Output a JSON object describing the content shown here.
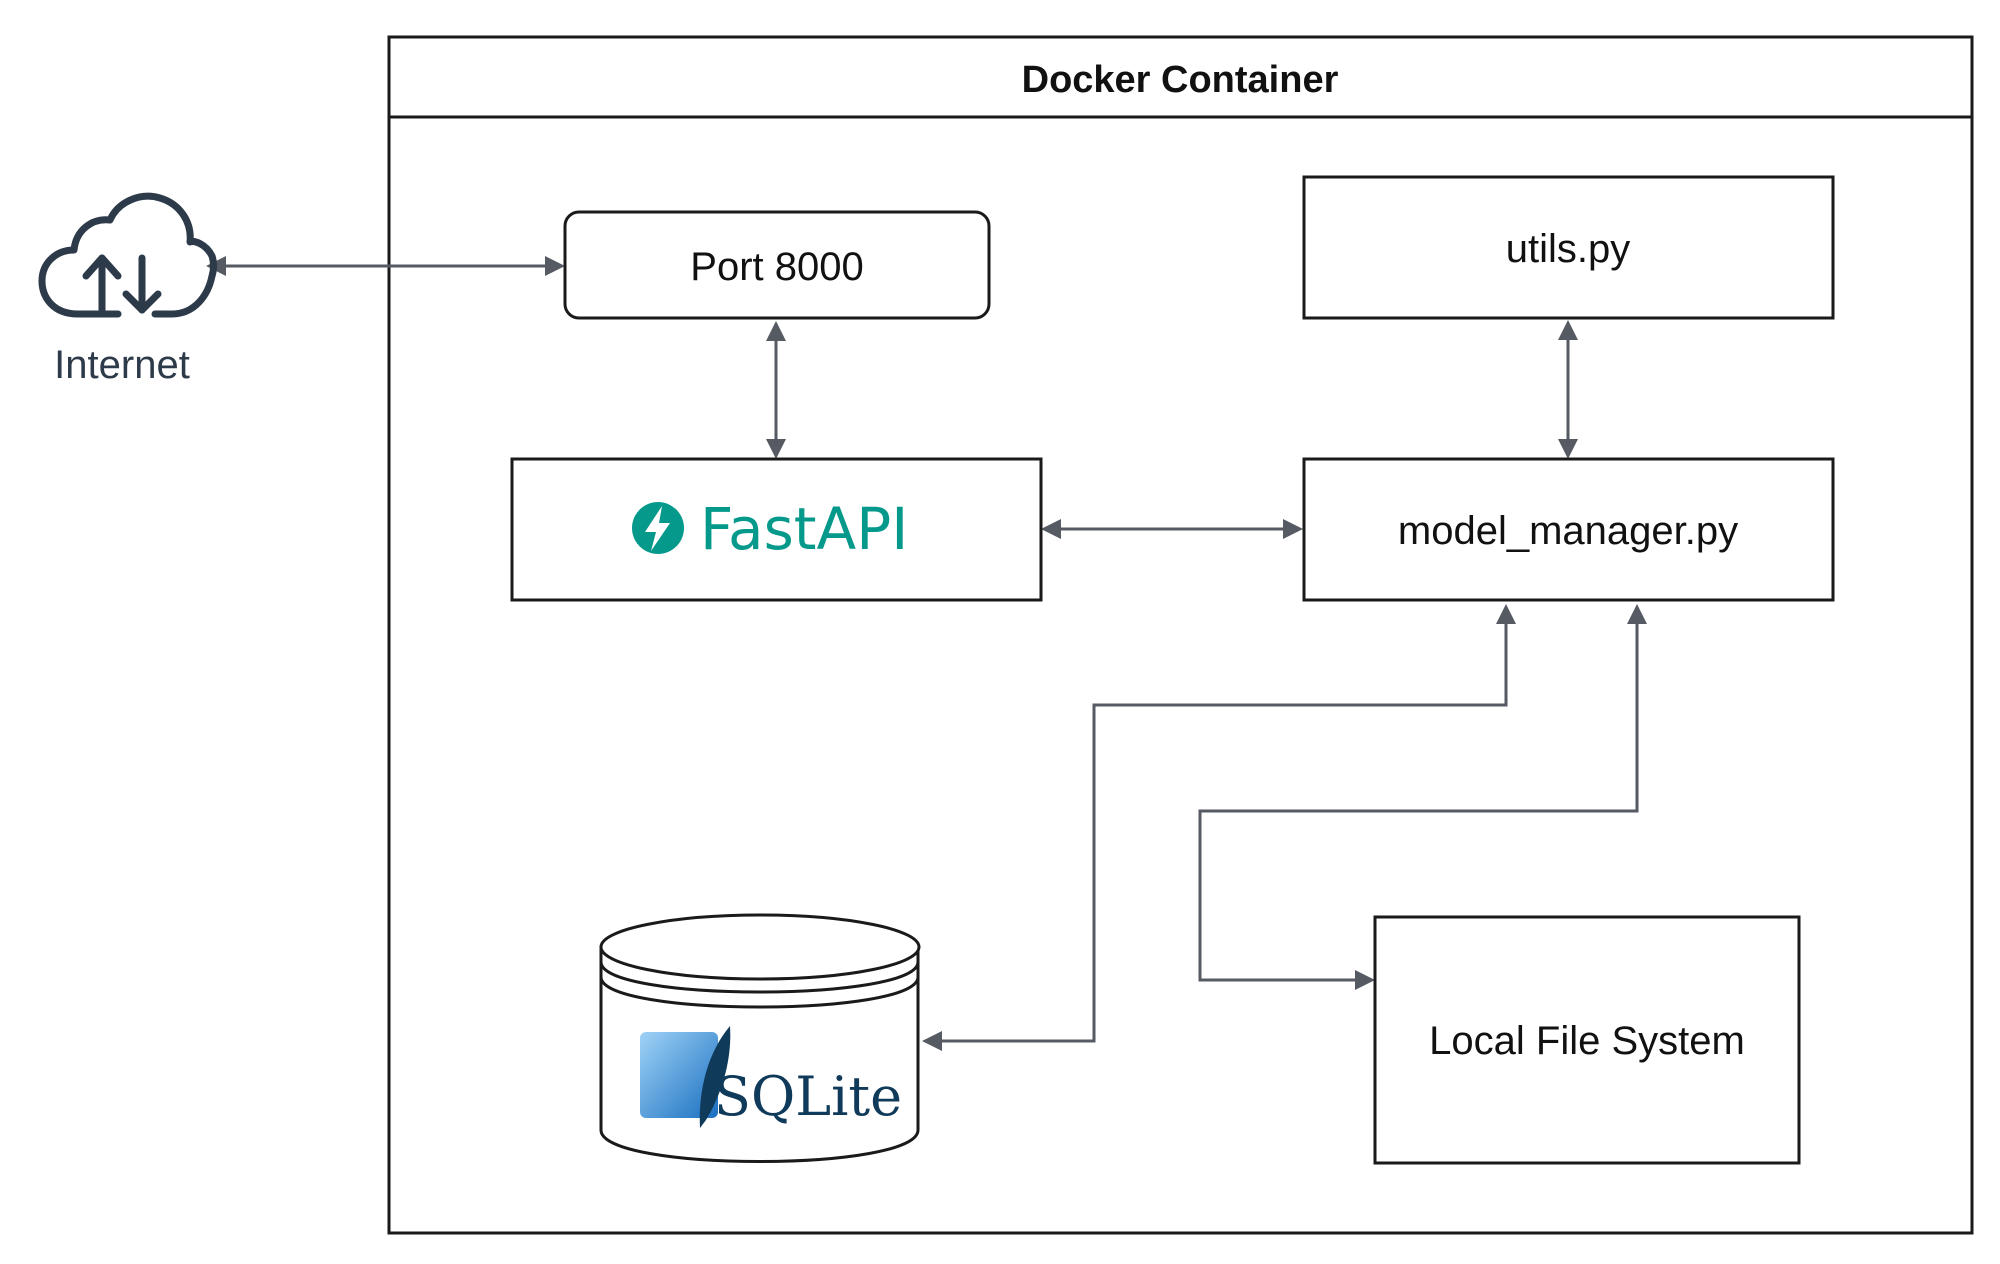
{
  "container": {
    "title": "Docker Container"
  },
  "internet": {
    "label": "Internet",
    "icon": "cloud-upload-download-icon"
  },
  "nodes": {
    "port": {
      "label": "Port 8000"
    },
    "fastapi": {
      "label": "FastAPI",
      "logo": "fastapi-bolt-logo"
    },
    "utils": {
      "label": "utils.py"
    },
    "model_manager": {
      "label": "model_manager.py"
    },
    "sqlite": {
      "label": "SQLite",
      "logo": "sqlite-feather-logo"
    },
    "local_fs": {
      "label": "Local File System"
    }
  },
  "edges": [
    {
      "from": "internet",
      "to": "port",
      "direction": "both"
    },
    {
      "from": "port",
      "to": "fastapi",
      "direction": "both"
    },
    {
      "from": "fastapi",
      "to": "model_manager",
      "direction": "both"
    },
    {
      "from": "utils",
      "to": "model_manager",
      "direction": "both"
    },
    {
      "from": "model_manager",
      "to": "sqlite",
      "direction": "both"
    },
    {
      "from": "model_manager",
      "to": "local_fs",
      "direction": "both"
    }
  ],
  "colors": {
    "fastapi_brand": "#05998b",
    "connector": "#555a63",
    "internet_text": "#2d3a4a",
    "sqlite_text": "#0f3a5a",
    "sqlite_blue": "#2b8ed8"
  }
}
